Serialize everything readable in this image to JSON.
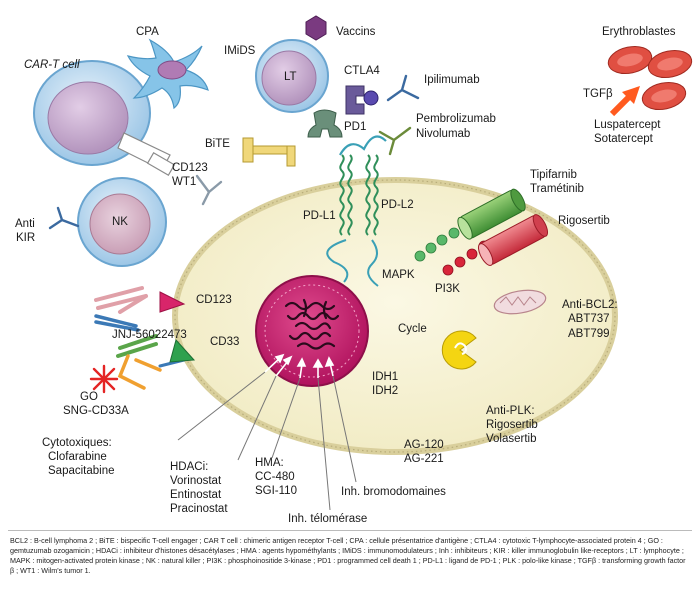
{
  "labels": {
    "car_t": "CAR-T cell",
    "cpa": "CPA",
    "imids": "IMiDS",
    "vaccins": "Vaccins",
    "lt": "LT",
    "ctla4": "CTLA4",
    "ipilimumab": "Ipilimumab",
    "pd1": "PD1",
    "pembrolizumab": "Pembrolizumab",
    "nivolumab": "Nivolumab",
    "bite": "BiTE",
    "cd123_top": "CD123",
    "wt1": "WT1",
    "nk": "NK",
    "anti_kir_1": "Anti",
    "anti_kir_2": "KIR",
    "pd_l1": "PD-L1",
    "pd_l2": "PD-L2",
    "mapk": "MAPK",
    "pi3k": "PI3K",
    "tipifarnib": "Tipifarnib",
    "trametinib": "Tramétinib",
    "rigosertib": "Rigosertib",
    "erythroblastes": "Erythroblastes",
    "tgfb": "TGFβ",
    "luspatercept": "Luspatercept",
    "sotatercept": "Sotatercept",
    "cd123_side": "CD123",
    "cd33": "CD33",
    "jnj": "JNJ-56022473",
    "go": "GO",
    "sng": "SNG-CD33A",
    "anti_bcl2": "Anti-BCL2:",
    "abt737": "ABT737",
    "abt799": "ABT799",
    "cycle": "Cycle",
    "idh1": "IDH1",
    "idh2": "IDH2",
    "anti_plk": "Anti-PLK:",
    "plk_rigosertib": "Rigosertib",
    "volasertib": "Volasertib",
    "ag120": "AG-120",
    "ag221": "AG-221",
    "cytotoxiques": "Cytotoxiques:",
    "clofarabine": "Clofarabine",
    "sapacitabine": "Sapacitabine",
    "hdaci": "HDACi:",
    "vorinostat": "Vorinostat",
    "entinostat": "Entinostat",
    "pracinostat": "Pracinostat",
    "hma": "HMA:",
    "cc480": "CC-480",
    "sgi110": "SGI-110",
    "inh_bromo": "Inh. bromodomaines",
    "inh_telomerase": "Inh. télomérase"
  },
  "caption": "BCL2 : B-cell lymphoma 2 ; BiTE : bispecific T-cell engager ; CAR T cell : chimeric antigen receptor T-cell ; CPA : cellule présentatrice d'antigène ; CTLA4 : cytotoxic T-lymphocyte-associated protein 4 ; GO : gemtuzumab ozogamicin ; HDACi : inhibiteur d'histones désacétylases ; HMA : agents hypométhylants ; IMiDS : immunomodulateurs ; Inh : inhibiteurs ; KIR : killer immunoglobulin like-receptors ; LT : lymphocyte ; MAPK : mitogen-activated protein kinase ; NK : natural killer ; PI3K : phosphoinositide 3-kinase ; PD1 : programmed cell death 1 ; PD-L1 : ligand de PD-1 ; PLK : polo-like kinase ; TGFβ : transforming growth factor β ; WT1 : Wilm's tumor 1.",
  "colors": {
    "cell_fill": "#f6f1cf",
    "cell_border": "#cdc59a",
    "nucleus": "#c41d6d",
    "lymphocyte_blue": "#a9cde8",
    "lymphocyte_core": "#c7a8cc",
    "cpa": "#86c4e8",
    "receptor_green": "#2f8f5a",
    "drug_red": "#d8354a",
    "drug_green": "#59a84a",
    "erythro": "#e04f42",
    "arrow": "#ff5a1f",
    "cycle": "#f4d512"
  }
}
